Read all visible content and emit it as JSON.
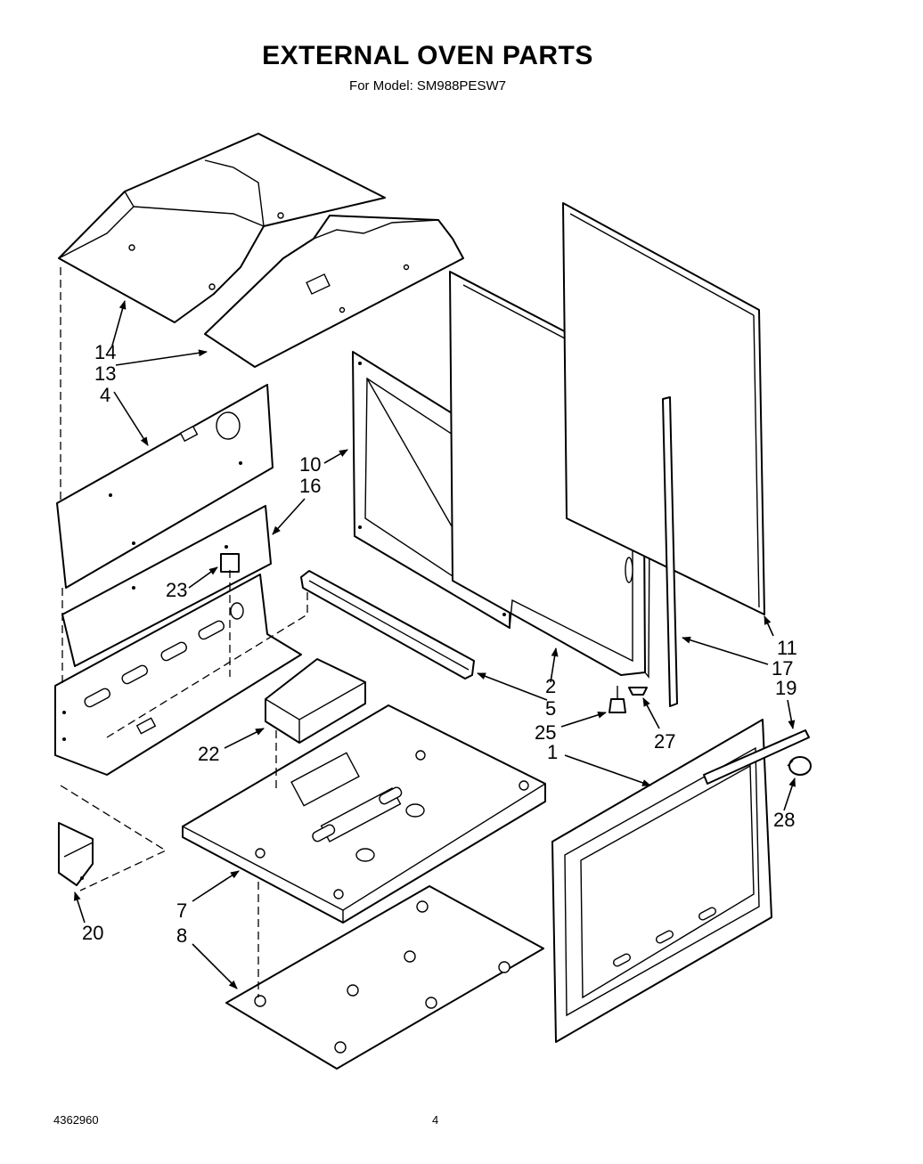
{
  "header": {
    "title": "EXTERNAL OVEN PARTS",
    "subtitle": "For Model: SM988PESW7"
  },
  "footer": {
    "document_number": "4362960",
    "page_number": "4"
  },
  "callouts": {
    "c14": "14",
    "c13": "13",
    "c4": "4",
    "c10": "10",
    "c16": "16",
    "c23": "23",
    "c22": "22",
    "c20": "20",
    "c7": "7",
    "c8": "8",
    "c2": "2",
    "c5": "5",
    "c25": "25",
    "c27": "27",
    "c1": "1",
    "c11": "11",
    "c17": "17",
    "c19": "19",
    "c28": "28"
  }
}
